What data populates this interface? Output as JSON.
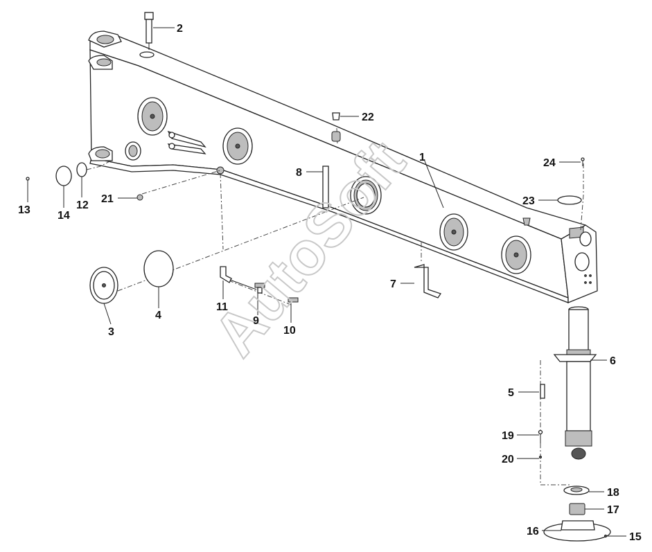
{
  "watermark": "AutoSoft",
  "callouts": [
    {
      "id": "c1",
      "text": "1"
    },
    {
      "id": "c2",
      "text": "2"
    },
    {
      "id": "c3",
      "text": "3"
    },
    {
      "id": "c4",
      "text": "4"
    },
    {
      "id": "c5",
      "text": "5"
    },
    {
      "id": "c6",
      "text": "6"
    },
    {
      "id": "c7",
      "text": "7"
    },
    {
      "id": "c8",
      "text": "8"
    },
    {
      "id": "c9",
      "text": "9"
    },
    {
      "id": "c10",
      "text": "10"
    },
    {
      "id": "c11",
      "text": "11"
    },
    {
      "id": "c12",
      "text": "12"
    },
    {
      "id": "c13",
      "text": "13"
    },
    {
      "id": "c14",
      "text": "14"
    },
    {
      "id": "c15",
      "text": "15"
    },
    {
      "id": "c16",
      "text": "16"
    },
    {
      "id": "c17",
      "text": "17"
    },
    {
      "id": "c18",
      "text": "18"
    },
    {
      "id": "c19",
      "text": "19"
    },
    {
      "id": "c20",
      "text": "20"
    },
    {
      "id": "c21",
      "text": "21"
    },
    {
      "id": "c22",
      "text": "22"
    },
    {
      "id": "c23",
      "text": "23"
    },
    {
      "id": "c24",
      "text": "24"
    }
  ]
}
